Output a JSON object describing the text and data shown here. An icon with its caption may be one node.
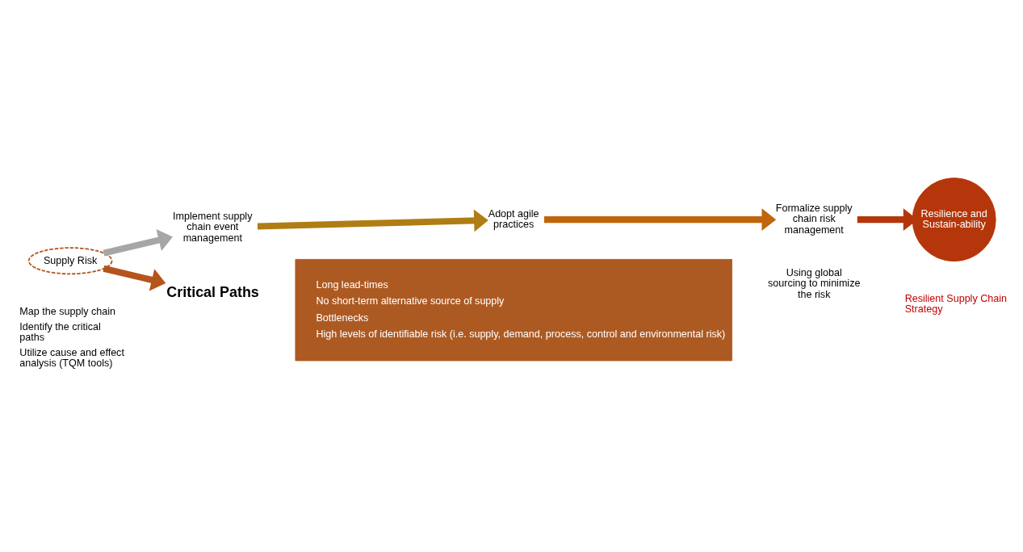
{
  "diagram": {
    "nodes": [
      {
        "text": [
          "Supply Risk"
        ],
        "beside": [
          "Map the supply chain",
          "Identify the critical paths",
          "Utilize cause and effect analysis (TQM tools)"
        ]
      },
      {
        "text": [
          "Implement supply chain event management"
        ]
      },
      {
        "text": [
          "Adopt agile practices"
        ]
      },
      {
        "text": [
          "Formalize supply chain risk management"
        ]
      },
      {
        "text": [
          "Resilience and Sustain-ability"
        ],
        "beside": [
          "Resilient Supply Chain Strategy"
        ]
      },
      {
        "text": [
          "Critical Paths"
        ]
      },
      {
        "text": [
          "Long lead-times",
          "No short-term alternative source of supply",
          "Bottlenecks",
          "High levels of identifiable risk (i.e. supply, demand, process, control and environmental risk)"
        ]
      }
    ],
    "edges": [
      {
        "from": 0,
        "to": 1,
        "arrow": "to",
        "color": "#a6a6a6"
      },
      {
        "from": 1,
        "to": 2,
        "arrow": "to",
        "color": "#b07d14"
      },
      {
        "from": 2,
        "to": 3,
        "arrow": "to",
        "color": "#c0650a"
      },
      {
        "from": 3,
        "to": 4,
        "arrow": "to",
        "color": "#b5360a"
      },
      {
        "from": 0,
        "to": 5,
        "arrow": "to",
        "color": "#b5541c"
      }
    ],
    "labels": [
      "Using global sourcing to minimize the risk"
    ]
  }
}
